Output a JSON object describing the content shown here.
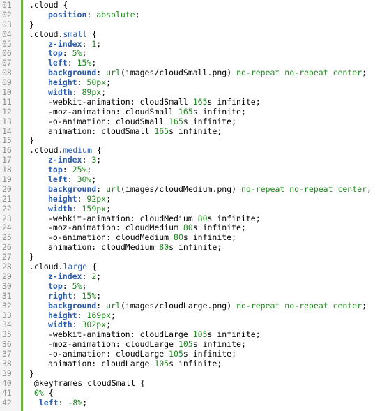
{
  "editor": {
    "colors": {
      "gutter_background": "#f4f4f4",
      "gutter_border": "#6ab43e",
      "line_number": "#8f8f8f",
      "selector": "#000000",
      "class_name": "#2a5db0",
      "property": "#2a5db0",
      "value": "#1f8a1f",
      "plain": "#000000"
    },
    "lines": [
      {
        "num": "01",
        "indent": 0,
        "tokens": [
          {
            "t": "selector",
            "v": ".cloud"
          },
          {
            "t": "punct",
            "v": " {"
          }
        ]
      },
      {
        "num": "02",
        "indent": 1,
        "tokens": [
          {
            "t": "prop",
            "v": "position"
          },
          {
            "t": "punct",
            "v": ": "
          },
          {
            "t": "value",
            "v": "absolute"
          },
          {
            "t": "punct",
            "v": ";"
          }
        ]
      },
      {
        "num": "03",
        "indent": 0,
        "tokens": [
          {
            "t": "punct",
            "v": "}"
          }
        ]
      },
      {
        "num": "04",
        "indent": 0,
        "tokens": [
          {
            "t": "selector",
            "v": ".cloud."
          },
          {
            "t": "class",
            "v": "small"
          },
          {
            "t": "punct",
            "v": " {"
          }
        ]
      },
      {
        "num": "05",
        "indent": 1,
        "tokens": [
          {
            "t": "prop",
            "v": "z-index"
          },
          {
            "t": "punct",
            "v": ": "
          },
          {
            "t": "num",
            "v": "1"
          },
          {
            "t": "punct",
            "v": ";"
          }
        ]
      },
      {
        "num": "06",
        "indent": 1,
        "tokens": [
          {
            "t": "prop",
            "v": "top"
          },
          {
            "t": "punct",
            "v": ": "
          },
          {
            "t": "num",
            "v": "5%"
          },
          {
            "t": "punct",
            "v": ";"
          }
        ]
      },
      {
        "num": "07",
        "indent": 1,
        "tokens": [
          {
            "t": "prop",
            "v": "left"
          },
          {
            "t": "punct",
            "v": ": "
          },
          {
            "t": "num",
            "v": "15%"
          },
          {
            "t": "punct",
            "v": ";"
          }
        ]
      },
      {
        "num": "08",
        "indent": 1,
        "tokens": [
          {
            "t": "prop",
            "v": "background"
          },
          {
            "t": "punct",
            "v": ": "
          },
          {
            "t": "value",
            "v": "url"
          },
          {
            "t": "plain",
            "v": "(images/cloudSmall.png)"
          },
          {
            "t": "value",
            "v": " no-repeat no-repeat center"
          },
          {
            "t": "punct",
            "v": ";"
          }
        ]
      },
      {
        "num": "09",
        "indent": 1,
        "tokens": [
          {
            "t": "prop",
            "v": "height"
          },
          {
            "t": "punct",
            "v": ": "
          },
          {
            "t": "num",
            "v": "50px"
          },
          {
            "t": "punct",
            "v": ";"
          }
        ]
      },
      {
        "num": "10",
        "indent": 1,
        "tokens": [
          {
            "t": "prop",
            "v": "width"
          },
          {
            "t": "punct",
            "v": ": "
          },
          {
            "t": "num",
            "v": "89px"
          },
          {
            "t": "punct",
            "v": ";"
          }
        ]
      },
      {
        "num": "11",
        "indent": 1,
        "tokens": [
          {
            "t": "plain",
            "v": "-webkit-animation: cloudSmall "
          },
          {
            "t": "num",
            "v": "165"
          },
          {
            "t": "plain",
            "v": "s infinite;"
          }
        ]
      },
      {
        "num": "12",
        "indent": 1,
        "tokens": [
          {
            "t": "plain",
            "v": "-moz-animation: cloudSmall "
          },
          {
            "t": "num",
            "v": "165"
          },
          {
            "t": "plain",
            "v": "s infinite;"
          }
        ]
      },
      {
        "num": "13",
        "indent": 1,
        "tokens": [
          {
            "t": "plain",
            "v": "-o-animation: cloudSmall "
          },
          {
            "t": "num",
            "v": "165"
          },
          {
            "t": "plain",
            "v": "s infinite;"
          }
        ]
      },
      {
        "num": "14",
        "indent": 1,
        "tokens": [
          {
            "t": "plain",
            "v": "animation: cloudSmall "
          },
          {
            "t": "num",
            "v": "165"
          },
          {
            "t": "plain",
            "v": "s infinite;"
          }
        ]
      },
      {
        "num": "15",
        "indent": 0,
        "tokens": [
          {
            "t": "punct",
            "v": "}"
          }
        ]
      },
      {
        "num": "16",
        "indent": 0,
        "tokens": [
          {
            "t": "selector",
            "v": ".cloud."
          },
          {
            "t": "class",
            "v": "medium"
          },
          {
            "t": "punct",
            "v": " {"
          }
        ]
      },
      {
        "num": "17",
        "indent": 1,
        "tokens": [
          {
            "t": "prop",
            "v": "z-index"
          },
          {
            "t": "punct",
            "v": ": "
          },
          {
            "t": "num",
            "v": "3"
          },
          {
            "t": "punct",
            "v": ";"
          }
        ]
      },
      {
        "num": "18",
        "indent": 1,
        "tokens": [
          {
            "t": "prop",
            "v": "top"
          },
          {
            "t": "punct",
            "v": ": "
          },
          {
            "t": "num",
            "v": "25%"
          },
          {
            "t": "punct",
            "v": ";"
          }
        ]
      },
      {
        "num": "19",
        "indent": 1,
        "tokens": [
          {
            "t": "prop",
            "v": "left"
          },
          {
            "t": "punct",
            "v": ": "
          },
          {
            "t": "num",
            "v": "30%"
          },
          {
            "t": "punct",
            "v": ";"
          }
        ]
      },
      {
        "num": "20",
        "indent": 1,
        "tokens": [
          {
            "t": "prop",
            "v": "background"
          },
          {
            "t": "punct",
            "v": ": "
          },
          {
            "t": "value",
            "v": "url"
          },
          {
            "t": "plain",
            "v": "(images/cloudMedium.png)"
          },
          {
            "t": "value",
            "v": " no-repeat no-repeat center"
          },
          {
            "t": "punct",
            "v": ";"
          }
        ]
      },
      {
        "num": "21",
        "indent": 1,
        "tokens": [
          {
            "t": "prop",
            "v": "height"
          },
          {
            "t": "punct",
            "v": ": "
          },
          {
            "t": "num",
            "v": "92px"
          },
          {
            "t": "punct",
            "v": ";"
          }
        ]
      },
      {
        "num": "22",
        "indent": 1,
        "tokens": [
          {
            "t": "prop",
            "v": "width"
          },
          {
            "t": "punct",
            "v": ": "
          },
          {
            "t": "num",
            "v": "159px"
          },
          {
            "t": "punct",
            "v": ";"
          }
        ]
      },
      {
        "num": "23",
        "indent": 1,
        "tokens": [
          {
            "t": "plain",
            "v": "-webkit-animation: cloudMedium "
          },
          {
            "t": "num",
            "v": "80"
          },
          {
            "t": "plain",
            "v": "s infinite;"
          }
        ]
      },
      {
        "num": "24",
        "indent": 1,
        "tokens": [
          {
            "t": "plain",
            "v": "-moz-animation: cloudMedium "
          },
          {
            "t": "num",
            "v": "80"
          },
          {
            "t": "plain",
            "v": "s infinite;"
          }
        ]
      },
      {
        "num": "25",
        "indent": 1,
        "tokens": [
          {
            "t": "plain",
            "v": "-o-animation: cloudMedium "
          },
          {
            "t": "num",
            "v": "80"
          },
          {
            "t": "plain",
            "v": "s infinite;"
          }
        ]
      },
      {
        "num": "26",
        "indent": 1,
        "tokens": [
          {
            "t": "plain",
            "v": "animation: cloudMedium "
          },
          {
            "t": "num",
            "v": "80"
          },
          {
            "t": "plain",
            "v": "s infinite;"
          }
        ]
      },
      {
        "num": "27",
        "indent": 0,
        "tokens": [
          {
            "t": "punct",
            "v": "}"
          }
        ]
      },
      {
        "num": "28",
        "indent": 0,
        "tokens": [
          {
            "t": "selector",
            "v": ".cloud."
          },
          {
            "t": "class",
            "v": "large"
          },
          {
            "t": "punct",
            "v": " {"
          }
        ]
      },
      {
        "num": "29",
        "indent": 1,
        "tokens": [
          {
            "t": "prop",
            "v": "z-index"
          },
          {
            "t": "punct",
            "v": ": "
          },
          {
            "t": "num",
            "v": "2"
          },
          {
            "t": "punct",
            "v": ";"
          }
        ]
      },
      {
        "num": "30",
        "indent": 1,
        "tokens": [
          {
            "t": "prop",
            "v": "top"
          },
          {
            "t": "punct",
            "v": ": "
          },
          {
            "t": "num",
            "v": "5%"
          },
          {
            "t": "punct",
            "v": ";"
          }
        ]
      },
      {
        "num": "31",
        "indent": 1,
        "tokens": [
          {
            "t": "prop",
            "v": "right"
          },
          {
            "t": "punct",
            "v": ": "
          },
          {
            "t": "num",
            "v": "15%"
          },
          {
            "t": "punct",
            "v": ";"
          }
        ]
      },
      {
        "num": "32",
        "indent": 1,
        "tokens": [
          {
            "t": "prop",
            "v": "background"
          },
          {
            "t": "punct",
            "v": ": "
          },
          {
            "t": "value",
            "v": "url"
          },
          {
            "t": "plain",
            "v": "(images/cloudLarge.png)"
          },
          {
            "t": "value",
            "v": " no-repeat no-repeat center"
          },
          {
            "t": "punct",
            "v": ";"
          }
        ]
      },
      {
        "num": "33",
        "indent": 1,
        "tokens": [
          {
            "t": "prop",
            "v": "height"
          },
          {
            "t": "punct",
            "v": ": "
          },
          {
            "t": "num",
            "v": "169px"
          },
          {
            "t": "punct",
            "v": ";"
          }
        ]
      },
      {
        "num": "34",
        "indent": 1,
        "tokens": [
          {
            "t": "prop",
            "v": "width"
          },
          {
            "t": "punct",
            "v": ": "
          },
          {
            "t": "num",
            "v": "302px"
          },
          {
            "t": "punct",
            "v": ";"
          }
        ]
      },
      {
        "num": "35",
        "indent": 1,
        "tokens": [
          {
            "t": "plain",
            "v": "-webkit-animation: cloudLarge "
          },
          {
            "t": "num",
            "v": "105"
          },
          {
            "t": "plain",
            "v": "s infinite;"
          }
        ]
      },
      {
        "num": "36",
        "indent": 1,
        "tokens": [
          {
            "t": "plain",
            "v": "-moz-animation: cloudLarge "
          },
          {
            "t": "num",
            "v": "105"
          },
          {
            "t": "plain",
            "v": "s infinite;"
          }
        ]
      },
      {
        "num": "37",
        "indent": 1,
        "tokens": [
          {
            "t": "plain",
            "v": "-o-animation: cloudLarge "
          },
          {
            "t": "num",
            "v": "105"
          },
          {
            "t": "plain",
            "v": "s infinite;"
          }
        ]
      },
      {
        "num": "38",
        "indent": 1,
        "tokens": [
          {
            "t": "plain",
            "v": "animation: cloudLarge "
          },
          {
            "t": "num",
            "v": "105"
          },
          {
            "t": "plain",
            "v": "s infinite;"
          }
        ]
      },
      {
        "num": "39",
        "indent": 0,
        "tokens": [
          {
            "t": "punct",
            "v": "}"
          }
        ]
      },
      {
        "num": "40",
        "indent": 0,
        "tokens": [
          {
            "t": "plain",
            "v": " @keyframes cloudSmall {"
          }
        ]
      },
      {
        "num": "41",
        "indent": 0,
        "tokens": [
          {
            "t": "plain",
            "v": " "
          },
          {
            "t": "num",
            "v": "0%"
          },
          {
            "t": "plain",
            "v": " {"
          }
        ]
      },
      {
        "num": "42",
        "indent": 0,
        "tokens": [
          {
            "t": "plain",
            "v": "  "
          },
          {
            "t": "prop",
            "v": "left"
          },
          {
            "t": "punct",
            "v": ": "
          },
          {
            "t": "num",
            "v": "-8%"
          },
          {
            "t": "punct",
            "v": ";"
          }
        ]
      }
    ]
  }
}
